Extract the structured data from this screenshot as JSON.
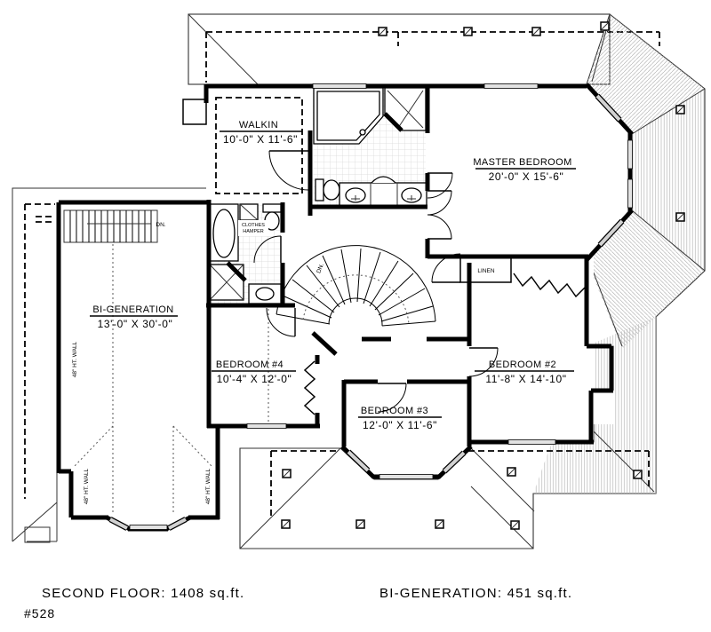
{
  "drawing": {
    "plan_number": "#528",
    "footer": {
      "second_floor": "SECOND FLOOR:  1408  sq.ft.",
      "bi_generation": "BI-GENERATION:  451  sq.ft."
    },
    "rooms": {
      "walkin": {
        "name": "WALKIN",
        "dims": "10'-0\" X 11'-6\""
      },
      "master": {
        "name": "MASTER BEDROOM",
        "dims": "20'-0\" X 15'-6\""
      },
      "bigen": {
        "name": "BI-GENERATION",
        "dims": "13'-0\" X 30'-0\""
      },
      "bed4": {
        "name": "BEDROOM #4",
        "dims": "10'-4\" X 12'-0\""
      },
      "bed3": {
        "name": "BEDROOM #3",
        "dims": "12'-0\" X 11'-6\""
      },
      "bed2": {
        "name": "BEDROOM #2",
        "dims": "11'-8\" X 14'-10\""
      },
      "linen": {
        "name": "LINEN"
      }
    },
    "annotations": {
      "down": "DN.",
      "clothes_line1": "CLOTHES",
      "clothes_line2": "HAMPER",
      "half_wall": "48\" HT. WALL"
    },
    "colors": {
      "wall": "#000000",
      "hatch": "#b5b5b5",
      "tile": "#d9d9d9",
      "window": "#e3e3e3"
    }
  }
}
